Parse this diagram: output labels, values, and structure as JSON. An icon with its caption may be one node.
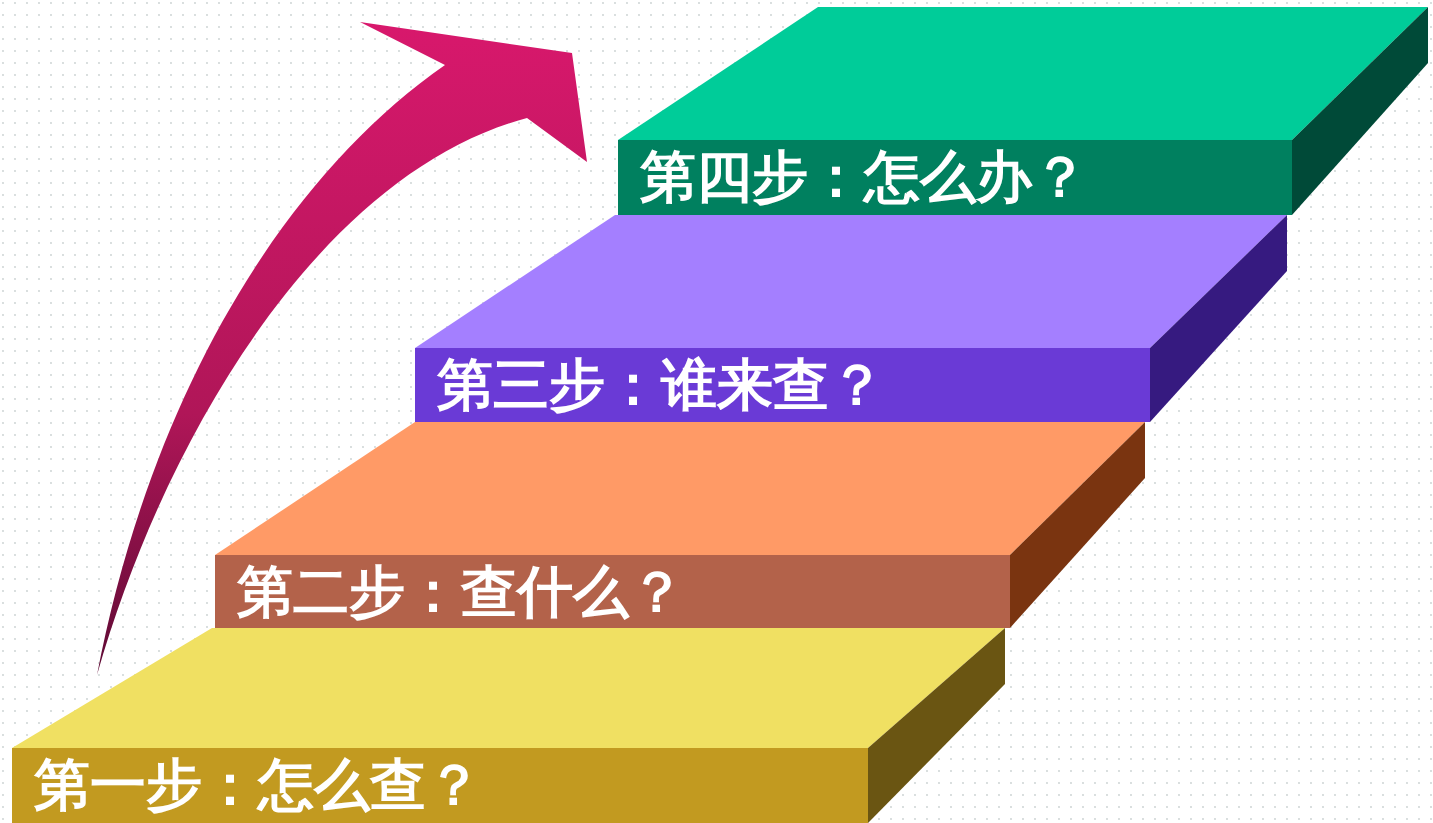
{
  "diagram": {
    "nodes": [
      {
        "text": [
          "第四步：怎么办？"
        ]
      },
      {
        "text": [
          "第三步：谁来查？"
        ]
      },
      {
        "text": [
          "第二步：查什么？"
        ]
      },
      {
        "text": [
          "第一步：怎么查？"
        ]
      }
    ]
  }
}
